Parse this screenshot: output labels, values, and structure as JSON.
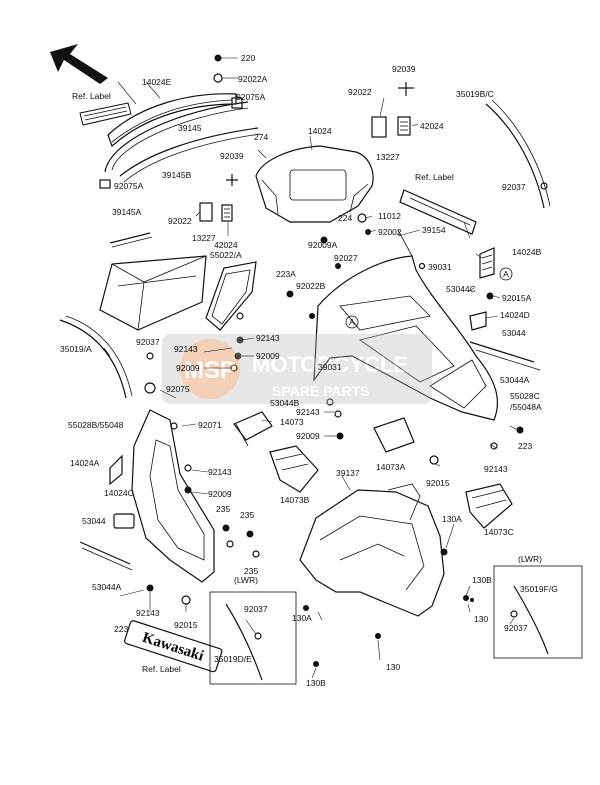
{
  "labels": [
    {
      "id": "l220",
      "text": "220"
    },
    {
      "id": "l92022A",
      "text": "92022A"
    },
    {
      "id": "l14024E",
      "text": "14024E"
    },
    {
      "id": "lRef1",
      "text": "Ref. Label"
    },
    {
      "id": "l92075A_1",
      "text": "92075A"
    },
    {
      "id": "l39145",
      "text": "39145"
    },
    {
      "id": "l274",
      "text": "274"
    },
    {
      "id": "l14024",
      "text": "14024"
    },
    {
      "id": "l92022",
      "text": "92022"
    },
    {
      "id": "l92039a",
      "text": "92039"
    },
    {
      "id": "l42024a",
      "text": "42024"
    },
    {
      "id": "l13227a",
      "text": "13227"
    },
    {
      "id": "l35019BC",
      "text": "35019B/C"
    },
    {
      "id": "l39145B",
      "text": "39145B"
    },
    {
      "id": "l92075A_2",
      "text": "92075A"
    },
    {
      "id": "l92039b",
      "text": "92039"
    },
    {
      "id": "l92022b",
      "text": "92022"
    },
    {
      "id": "l13227b",
      "text": "13227"
    },
    {
      "id": "l42024b",
      "text": "42024"
    },
    {
      "id": "lRef2",
      "text": "Ref. Label"
    },
    {
      "id": "l92037a",
      "text": "92037"
    },
    {
      "id": "l39145A",
      "text": "39145A"
    },
    {
      "id": "l55022A",
      "text": "55022/A"
    },
    {
      "id": "l224",
      "text": "224"
    },
    {
      "id": "l11012",
      "text": "11012"
    },
    {
      "id": "l92002",
      "text": "92002"
    },
    {
      "id": "l92009A",
      "text": "92009A"
    },
    {
      "id": "l92027",
      "text": "92027"
    },
    {
      "id": "l39154",
      "text": "39154"
    },
    {
      "id": "l14024B",
      "text": "14024B"
    },
    {
      "id": "l39031a",
      "text": "39031"
    },
    {
      "id": "l223A",
      "text": "223A"
    },
    {
      "id": "l92022B",
      "text": "92022B"
    },
    {
      "id": "l53044C",
      "text": "53044C"
    },
    {
      "id": "l92015A",
      "text": "92015A"
    },
    {
      "id": "l14024D",
      "text": "14024D"
    },
    {
      "id": "l35019A",
      "text": "35019/A"
    },
    {
      "id": "l92037b",
      "text": "92037"
    },
    {
      "id": "l92143a",
      "text": "92143"
    },
    {
      "id": "l92143b",
      "text": "92143"
    },
    {
      "id": "l92009a",
      "text": "92009"
    },
    {
      "id": "l92009b",
      "text": "92009"
    },
    {
      "id": "l53044a",
      "text": "53044"
    },
    {
      "id": "l53044A_1",
      "text": "53044A"
    },
    {
      "id": "l39031b",
      "text": "39031"
    },
    {
      "id": "l92075",
      "text": "92075"
    },
    {
      "id": "l55028B",
      "text": "55028B/55048"
    },
    {
      "id": "l92071",
      "text": "92071"
    },
    {
      "id": "l53044B",
      "text": "53044B"
    },
    {
      "id": "l14073",
      "text": "14073"
    },
    {
      "id": "l92143c",
      "text": "92143"
    },
    {
      "id": "l92009c",
      "text": "92009"
    },
    {
      "id": "l55028C",
      "text": "55028C"
    },
    {
      "id": "l55048A",
      "text": "/55048A"
    },
    {
      "id": "l223a",
      "text": "223"
    },
    {
      "id": "l14024A",
      "text": "14024A"
    },
    {
      "id": "l14073A",
      "text": "14073A"
    },
    {
      "id": "l92143d",
      "text": "92143"
    },
    {
      "id": "l14024C",
      "text": "14024C"
    },
    {
      "id": "l92009d",
      "text": "92009"
    },
    {
      "id": "l14073B",
      "text": "14073B"
    },
    {
      "id": "l39137",
      "text": "39137"
    },
    {
      "id": "l92015",
      "text": "92015"
    },
    {
      "id": "l92143e",
      "text": "92143"
    },
    {
      "id": "l14073C",
      "text": "14073C"
    },
    {
      "id": "l53044b",
      "text": "53044"
    },
    {
      "id": "l235a",
      "text": "235"
    },
    {
      "id": "l235b",
      "text": "235"
    },
    {
      "id": "l130A_1",
      "text": "130A"
    },
    {
      "id": "l235c",
      "text": "235"
    },
    {
      "id": "lLWR1",
      "text": "(LWR)"
    },
    {
      "id": "l53044A_2",
      "text": "53044A"
    },
    {
      "id": "l92037c",
      "text": "92037"
    },
    {
      "id": "l130B_1",
      "text": "130B"
    },
    {
      "id": "lLWR2",
      "text": "(LWR)"
    },
    {
      "id": "l92143f",
      "text": "92143"
    },
    {
      "id": "l130",
      "text": "130"
    },
    {
      "id": "l35019FG",
      "text": "35019F/G"
    },
    {
      "id": "l223b",
      "text": "223"
    },
    {
      "id": "l92015b",
      "text": "92015"
    },
    {
      "id": "l130A_2",
      "text": "130A"
    },
    {
      "id": "l92037d",
      "text": "92037"
    },
    {
      "id": "l35019DE",
      "text": "35019D/E"
    },
    {
      "id": "l130b",
      "text": "130"
    },
    {
      "id": "lRef3",
      "text": "Ref. Label"
    },
    {
      "id": "l130B_2",
      "text": "130B"
    }
  ],
  "callouts": [
    "A",
    "A"
  ],
  "emblem_text": "Kawasaki",
  "watermark": {
    "brand": "MSP",
    "title": "MOTORCYCLE",
    "subtitle": "SPARE PARTS"
  }
}
